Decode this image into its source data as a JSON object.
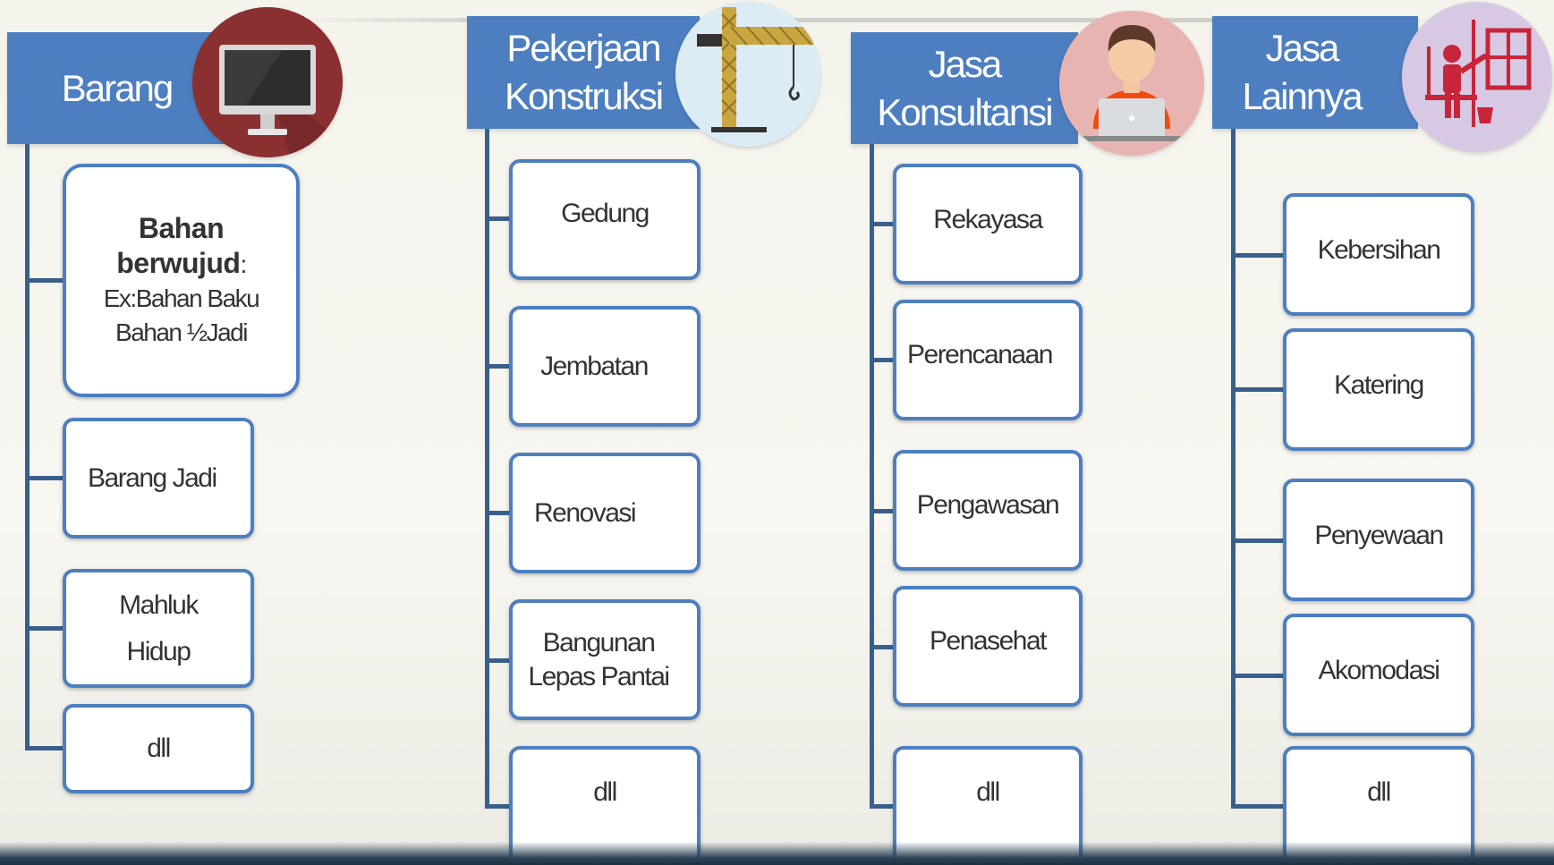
{
  "columns": [
    {
      "title": "Barang",
      "icon": "computer-monitor-icon",
      "items": {
        "bahan_bold": "Bahan\nberwujud",
        "bahan_colon": ":",
        "bahan_detail": "Ex:Bahan Baku\nBahan ½Jadi",
        "barang_jadi": "Barang Jadi",
        "mahluk_hidup": "Mahluk\nHidup",
        "dll": "dll"
      }
    },
    {
      "title": "Pekerjaan\nKonstruksi",
      "icon": "crane-icon",
      "items": [
        "Gedung",
        "Jembatan",
        "Renovasi",
        "Bangunan\nLepas Pantai",
        "dll"
      ]
    },
    {
      "title": "Jasa\nKonsultansi",
      "icon": "consultant-laptop-icon",
      "items": [
        "Rekayasa",
        "Perencanaan",
        "Pengawasan",
        "Penasehat",
        "dll"
      ]
    },
    {
      "title": "Jasa\nLainnya",
      "icon": "window-cleaner-icon",
      "items": [
        "Kebersihan",
        "Katering",
        "Penyewaan",
        "Akomodasi",
        "dll"
      ]
    }
  ],
  "colors": {
    "header": "#4d7fc0",
    "border": "#4d7fc0",
    "connector": "#3a5f8c",
    "circle_barang": "#8a3030",
    "circle_konstruksi": "#dcecf5",
    "circle_konsultansi": "#e8b4b2",
    "circle_lainnya": "#d7c9e3"
  }
}
